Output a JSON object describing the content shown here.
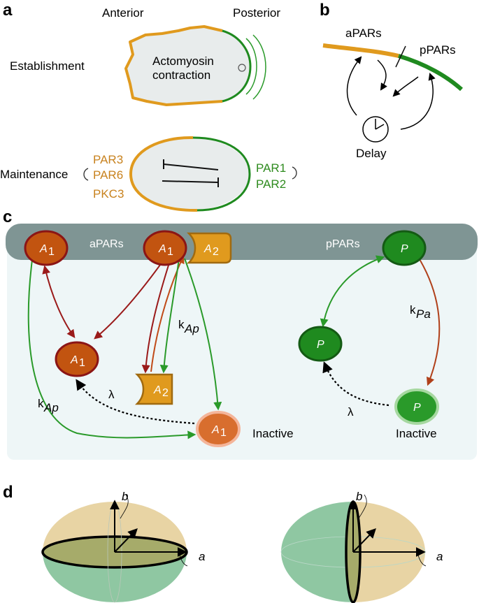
{
  "panels": {
    "a": "a",
    "b": "b",
    "c": "c",
    "d": "d"
  },
  "panel_a": {
    "anterior": "Anterior",
    "posterior": "Posterior",
    "establishment": "Establishment",
    "contraction_line1": "Actomyosin",
    "contraction_line2": "contraction",
    "maintenance": "Maintenance",
    "par3": "PAR3",
    "par6": "PAR6",
    "pkc3": "PKC3",
    "par1": "PAR1",
    "par2": "PAR2"
  },
  "panel_b": {
    "apars": "aPARs",
    "ppars": "pPARs",
    "delay": "Delay"
  },
  "panel_c": {
    "apars": "aPARs",
    "ppars": "pPARs",
    "node_a": "A",
    "sub_1": "1",
    "sub_2": "2",
    "node_p": "P",
    "k_prefix": "k",
    "k_ap_sub": "Ap",
    "k_pa_sub": "Pa",
    "lambda": "λ",
    "inactive": "Inactive"
  },
  "panel_d": {
    "axis_a": "a",
    "axis_b": "b"
  },
  "colors": {
    "orange": "#e09a1e",
    "green": "#1f8a1f",
    "membrane": "#7f9594",
    "cytoplasm": "#eef6f7",
    "a_node_fill": "#c25410",
    "a_node_stroke": "#8b1515",
    "dark_green": "#1a6b1a"
  }
}
